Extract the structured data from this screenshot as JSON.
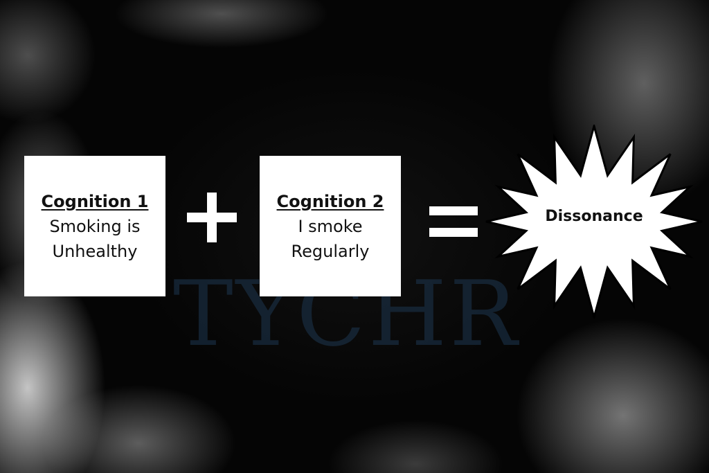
{
  "watermark": "TYCHR",
  "cognition1": {
    "heading": "Cognition 1",
    "line1": "Smoking is",
    "line2": "Unhealthy"
  },
  "operator_plus": "+",
  "cognition2": {
    "heading": "Cognition 2",
    "line1": "I smoke",
    "line2": "Regularly"
  },
  "operator_equals": "=",
  "result": "Dissonance"
}
